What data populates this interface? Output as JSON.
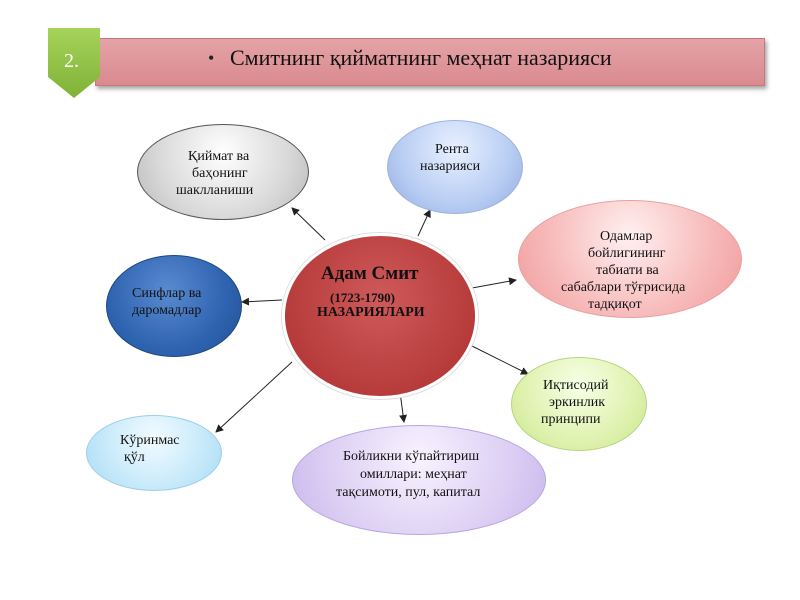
{
  "slide": {
    "number": "2.",
    "bullet": "•",
    "title": "Смитнинг қийматнинг меҳнат назарияси"
  },
  "center": {
    "name": "Адам Смит",
    "years": "(1723-1790)",
    "subtitle": "НАЗАРИЯЛАРИ"
  },
  "nodes": {
    "qiymat": {
      "lines": [
        "Қиймат ва",
        "баҳонинг",
        "шаклланиши"
      ]
    },
    "renta": {
      "lines": [
        "Рента",
        "назарияси"
      ]
    },
    "odamlar": {
      "lines": [
        "Одамлар",
        "бойлигининг",
        "табиати ва",
        "сабаблари тўғрисида",
        "тадқиқот"
      ]
    },
    "sinflar": {
      "lines": [
        "Синфлар ва",
        "даромадлар"
      ]
    },
    "iqtisodiy": {
      "lines": [
        "Иқтисодий",
        "эркинлик",
        "принципи"
      ]
    },
    "kurinmas": {
      "lines": [
        "Кўринмас",
        "қўл"
      ]
    },
    "boylik": {
      "lines": [
        "Бойликни кўпайтириш",
        "омиллари: меҳнат",
        "тақсимоти, пул, капитал"
      ]
    }
  },
  "colors": {
    "banner": "#d98a8f",
    "tab": "#8dbf3f",
    "center": "#b73b3b",
    "sinflar": "#2e63b0"
  }
}
